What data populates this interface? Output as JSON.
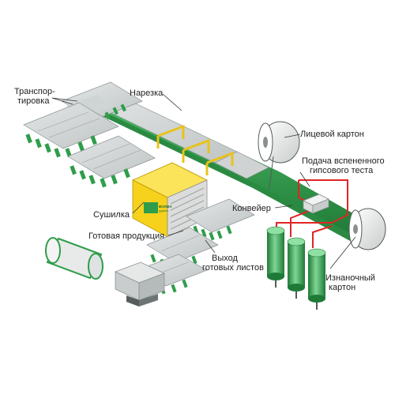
{
  "labels": {
    "transport_line1": "Транспор-",
    "transport_line2": "тировка",
    "cutting": "Нарезка",
    "face_carton": "Лицевой картон",
    "foam_feed_line1": "Подача вспененного",
    "foam_feed_line2": "гипсового теста",
    "conveyor": "Конвейер",
    "dryer": "Сушилка",
    "finished_products": "Готовая продукция",
    "output_line1": "Выход",
    "output_line2": "готовых листов",
    "back_carton_line1": "Изнаночный",
    "back_carton_line2": "картон"
  },
  "dryer_brand": {
    "line1": "ВОЛМА",
    "line2": "gypsum"
  },
  "colors": {
    "belt_green": "#2f9d4a",
    "belt_dark": "#1f6d33",
    "sheet_gray": "#d9dcdc",
    "sheet_edge": "#8a9090",
    "dryer_yellow": "#f6d21c",
    "foam_red": "#e02525",
    "roll_white": "#f2f2f2"
  }
}
